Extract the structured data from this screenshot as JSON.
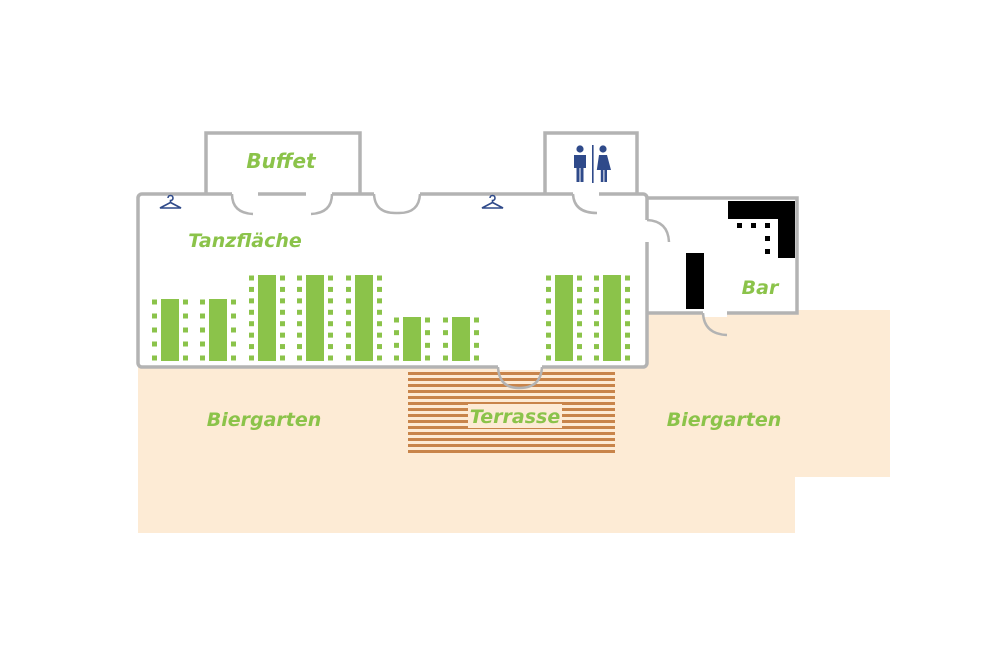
{
  "labels": {
    "buffet": "Buffet",
    "dance_floor": "Tanzfläche",
    "bar": "Bar",
    "beer_garden_left": "Biergarten",
    "beer_garden_right": "Biergarten",
    "terrace": "Terrasse"
  },
  "colors": {
    "wall": "#b3b3b3",
    "table": "#8bc34a",
    "label_green": "#8bc34a",
    "garden": "#fdebd5",
    "terrace_wood": "#c8844a",
    "icon_blue": "#2f4a8a",
    "room_fill": "#ffffff"
  },
  "icons": [
    "coat-hanger-icon",
    "coat-hanger-icon",
    "restroom-icon"
  ]
}
